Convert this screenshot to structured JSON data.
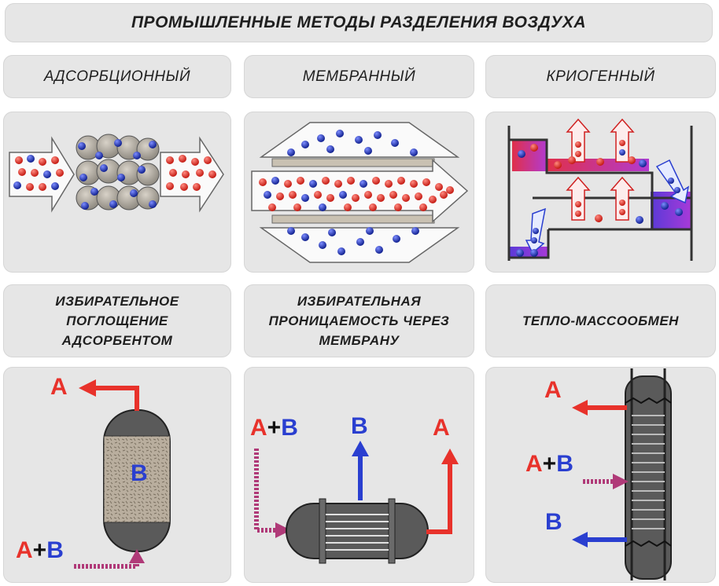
{
  "title": "ПРОМЫШЛЕННЫЕ МЕТОДЫ РАЗДЕЛЕНИЯ ВОЗДУХА",
  "methods": [
    "АДСОРБЦИОННЫЙ",
    "МЕМБРАННЫЙ",
    "КРИОГЕННЫЙ"
  ],
  "descriptions": [
    [
      "ИЗБИРАТЕЛЬНОЕ",
      "ПОГЛОЩЕНИЕ",
      "АДСОРБЕНТОМ"
    ],
    [
      "ИЗБИРАТЕЛЬНАЯ",
      "ПРОНИЦАЕМОСТЬ ЧЕРЕЗ",
      "МЕМБРАНУ"
    ],
    [
      "ТЕПЛО-МАССООБМЕН"
    ]
  ],
  "component_a": "A",
  "component_b": "B",
  "plus_sign": "+",
  "colors": {
    "component_a": "#e8322b",
    "component_b": "#2a3fd0",
    "mixture_flow": "#b03a78",
    "panel": "#e6e6e6",
    "vessel": "#5a5a5a"
  }
}
